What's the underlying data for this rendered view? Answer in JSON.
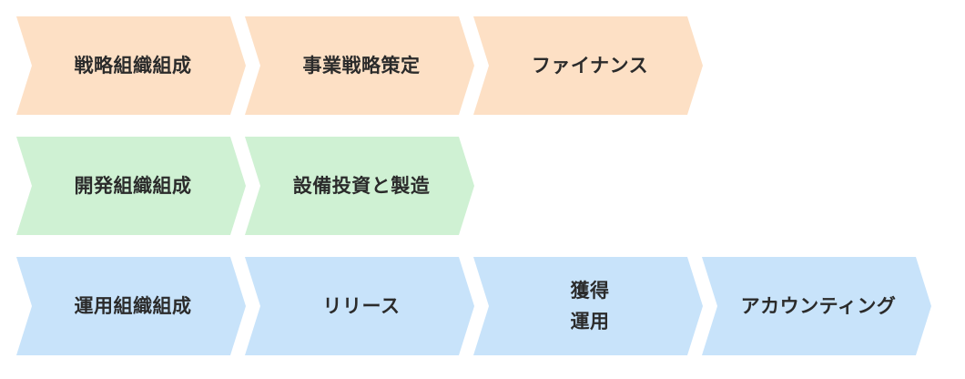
{
  "colors": {
    "strategy": "#fde0c5",
    "development": "#cff1d3",
    "operations": "#c8e3fa",
    "text": "#2b2b2b",
    "background": "#ffffff"
  },
  "rows": [
    {
      "color": "#fde0c5",
      "items": [
        "戦略組織組成",
        "事業戦略策定",
        "ファイナンス"
      ]
    },
    {
      "color": "#cff1d3",
      "items": [
        "開発組織組成",
        "設備投資と製造"
      ]
    },
    {
      "color": "#c8e3fa",
      "items": [
        "運用組織組成",
        "リリース",
        "獲得\n運用",
        "アカウンティング"
      ]
    }
  ]
}
